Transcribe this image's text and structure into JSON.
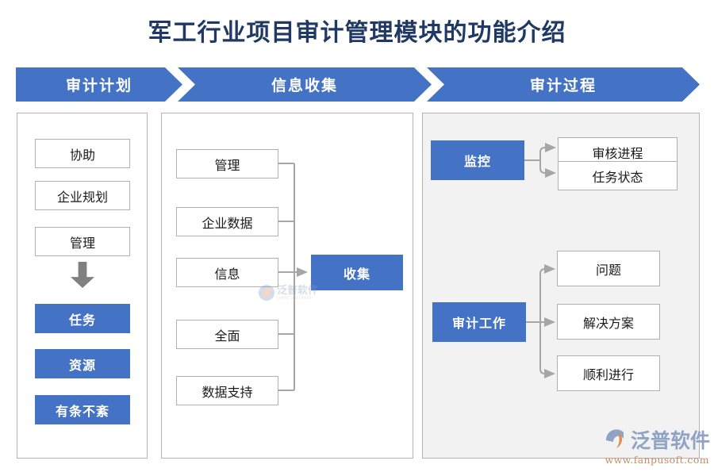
{
  "page": {
    "title": "军工行业项目审计管理模块的功能介绍",
    "title_color": "#1F3864",
    "accent_color": "#4472C4",
    "box_border_color": "#b0b0b0",
    "panel_bg_right": "#f2f2f2",
    "arrow_gray": "#808080"
  },
  "banner": {
    "steps": [
      {
        "label": "审计计划"
      },
      {
        "label": "信息收集"
      },
      {
        "label": "审计过程"
      }
    ]
  },
  "columns": {
    "plan": {
      "inputs": [
        {
          "label": "协助"
        },
        {
          "label": "企业规划"
        },
        {
          "label": "管理"
        }
      ],
      "arrow_icon": "down-arrow-icon",
      "outputs": [
        {
          "label": "任务"
        },
        {
          "label": "资源"
        },
        {
          "label": "有条不紊"
        }
      ]
    },
    "collection": {
      "sources": [
        {
          "label": "管理"
        },
        {
          "label": "企业数据"
        },
        {
          "label": "信息"
        },
        {
          "label": "全面"
        },
        {
          "label": "数据支持"
        }
      ],
      "target": {
        "label": "收集"
      }
    },
    "process": {
      "groups": [
        {
          "head": {
            "label": "监控"
          },
          "items": [
            {
              "label": "审核进程"
            },
            {
              "label": "任务状态"
            }
          ]
        },
        {
          "head": {
            "label": "审计工作"
          },
          "items": [
            {
              "label": "问题"
            },
            {
              "label": "解决方案"
            },
            {
              "label": "顺利进行"
            }
          ]
        }
      ]
    }
  },
  "watermark": {
    "brand": "泛普软件",
    "sub": "FANPU SOFTWARE"
  },
  "logo": {
    "brand": "泛普软件",
    "url": "www.fanpusoft.com"
  }
}
